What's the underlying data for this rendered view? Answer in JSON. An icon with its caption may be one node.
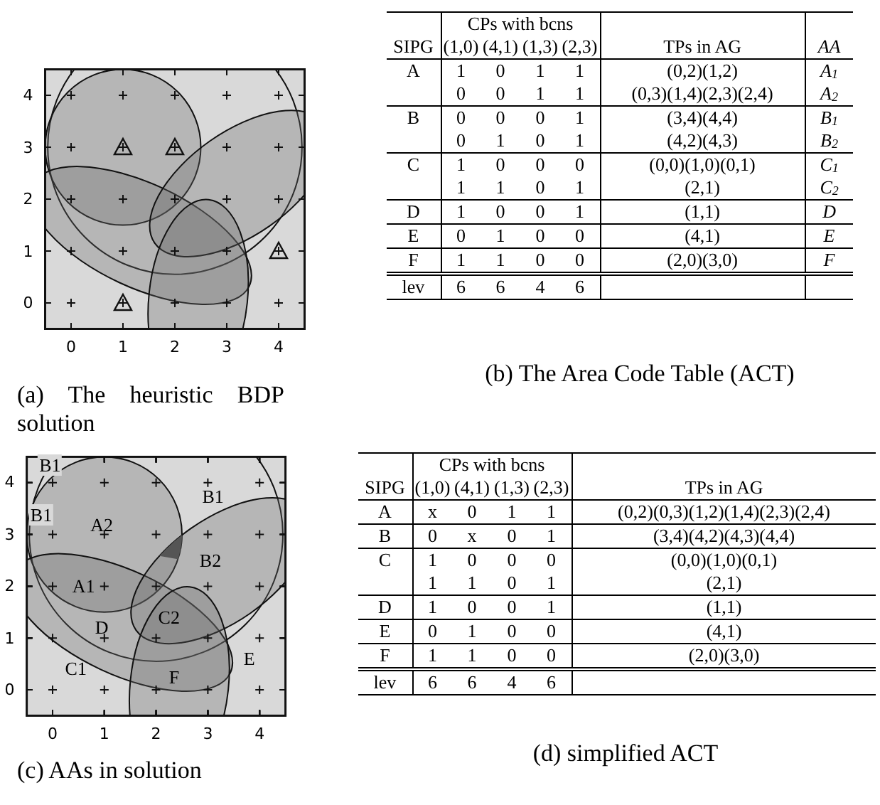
{
  "diagram": {
    "labels": [
      "4",
      "3",
      "2",
      "1",
      "0",
      "0",
      "1",
      "2",
      "3",
      "4",
      "(a) The heuristic BDP solution",
      "SIPG",
      "CPs with bcns",
      "(1,0)",
      "(4,1)",
      "(1,3)",
      "(2,3)",
      "TPs in AG",
      "AA",
      "A",
      "1",
      "0",
      "1",
      "1",
      "(0,2)(1,2)",
      "A$_{1}$",
      "0",
      "0",
      "1",
      "1",
      "(0,3)(1,4)(2,3)(2,4)",
      "A$_{2}$",
      "B",
      "0",
      "0",
      "0",
      "1",
      "(3,4)(4,4)",
      "B$_{1}$",
      "0",
      "1",
      "0",
      "1",
      "(4,2)(4,3)",
      "B$_{2}$",
      "C",
      "1",
      "0",
      "0",
      "0",
      "(0,0)(1,0)(0,1)",
      "C$_{1}$",
      "1",
      "1",
      "0",
      "1",
      "(2,1)",
      "C$_{2}$",
      "D",
      "1",
      "0",
      "0",
      "1",
      "(1,1)",
      "D",
      "E",
      "0",
      "1",
      "0",
      "0",
      "(4,1)",
      "E",
      "F",
      "1",
      "1",
      "0",
      "0",
      "(2,0)(3,0)",
      "F",
      "lev",
      "6",
      "6",
      "4",
      "6",
      "(b) The Area Code Table (ACT)",
      "B1",
      "B1",
      "B1",
      "A2",
      "B2",
      "A1",
      "D",
      "C2",
      "E",
      "C1",
      "F",
      "4",
      "3",
      "2",
      "1",
      "0",
      "0",
      "1",
      "2",
      "3",
      "4",
      "(c) AAs in solution",
      "SIPG",
      "CPs with bcns",
      "(1,0)",
      "(4,1)",
      "(1,3)",
      "(2,3)",
      "TPs in AG",
      "A",
      "x",
      "0",
      "1",
      "1",
      "(0,2)(0,3)(1,2)(1,4)(2,3)(2,4)",
      "B",
      "0",
      "x",
      "0",
      "1",
      "(3,4)(4,2)(4,3)(4,4)",
      "C",
      "1",
      "0",
      "0",
      "0",
      "(0,0)(1,0)(0,1)",
      "1",
      "1",
      "0",
      "1",
      "(2,1)",
      "D",
      "1",
      "0",
      "0",
      "1",
      "(1,1)",
      "E",
      "0",
      "1",
      "0",
      "0",
      "(4,1)",
      "F",
      "1",
      "1",
      "0",
      "0",
      "(2,0)(3,0)",
      "lev",
      "6",
      "6",
      "4",
      "6",
      "(d) simplified ACT"
    ]
  }
}
